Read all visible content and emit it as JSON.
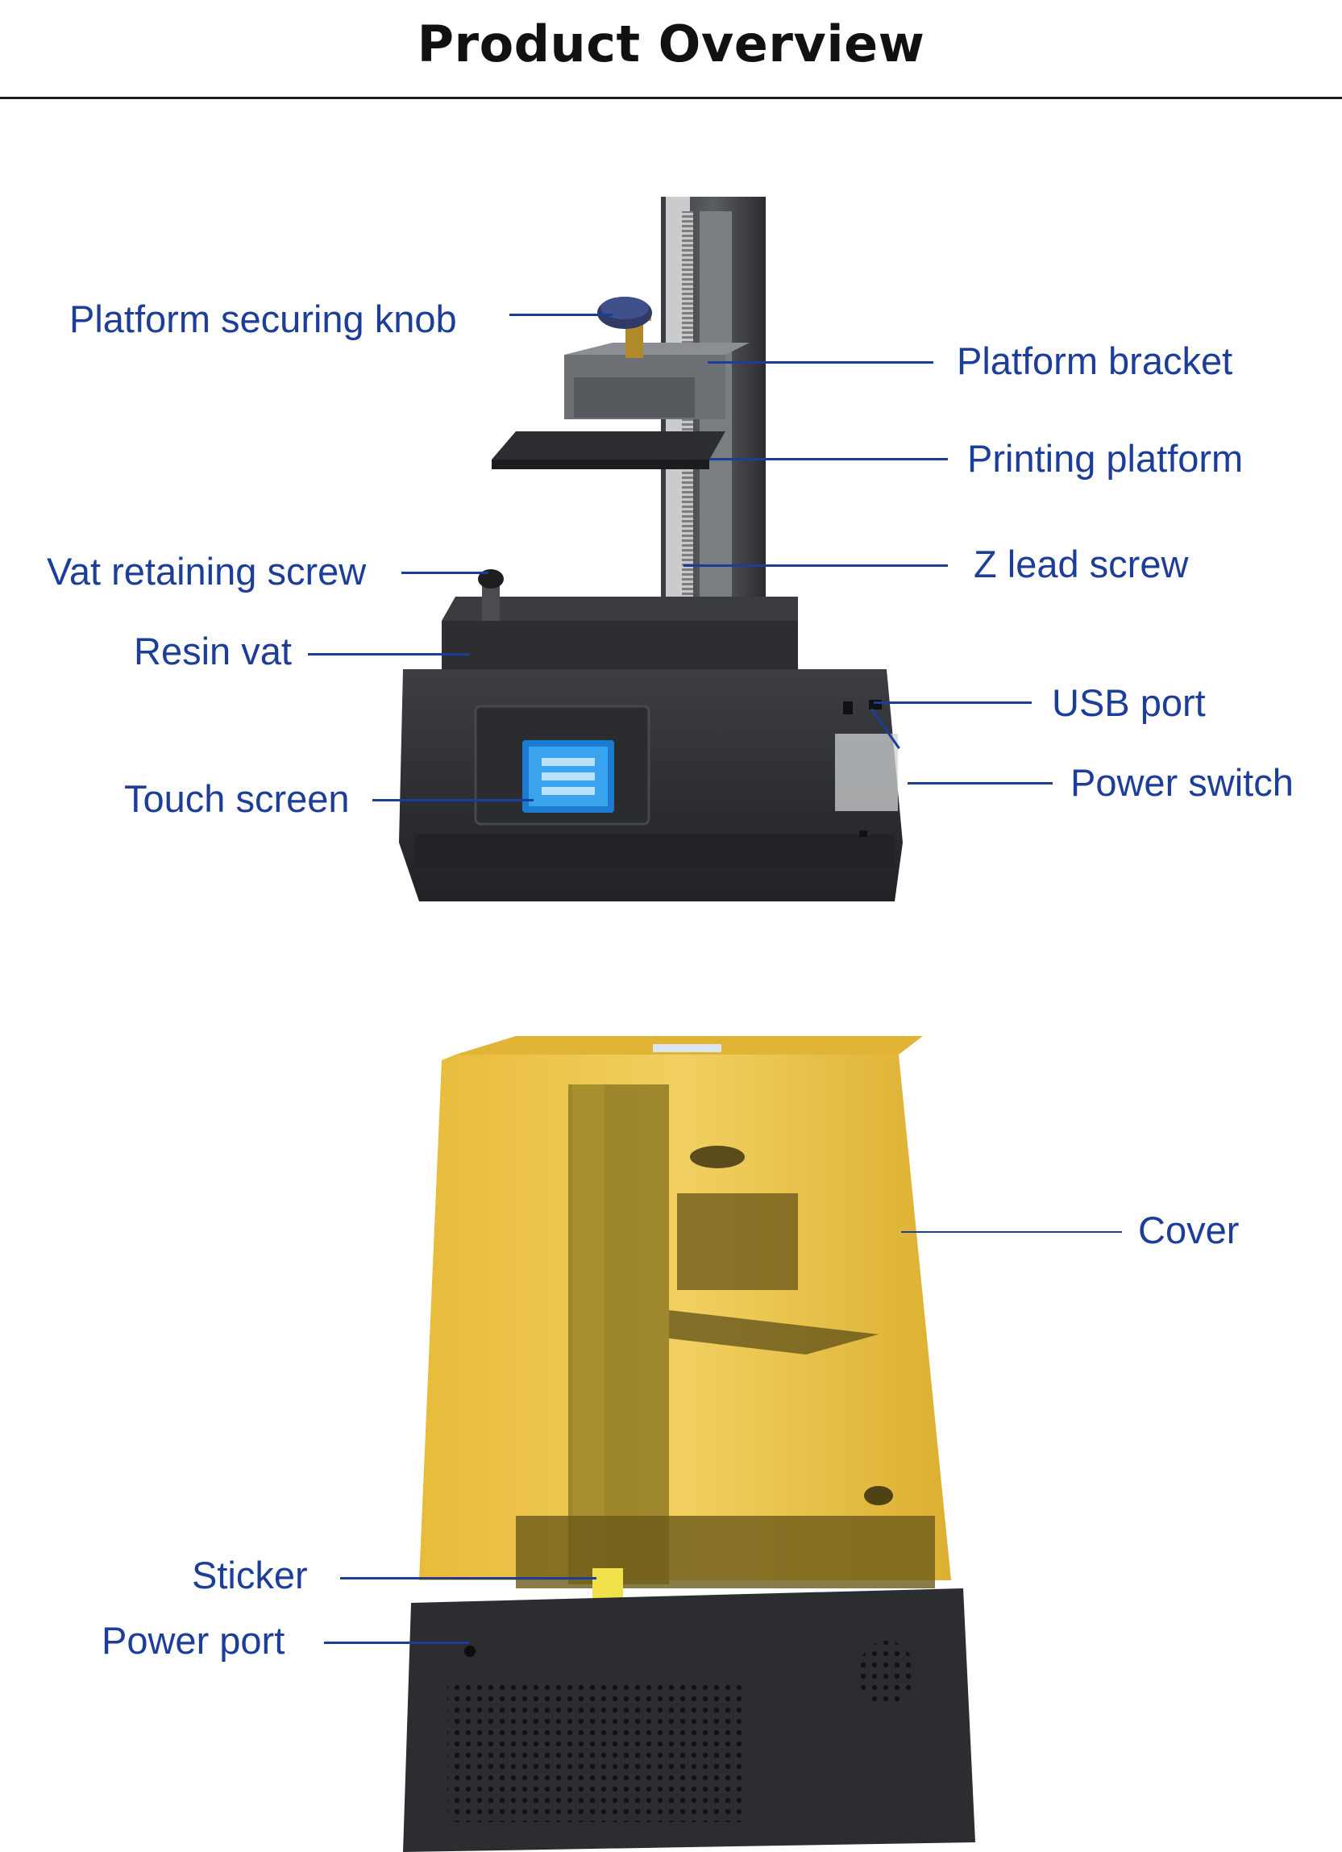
{
  "heading": "Product Overview",
  "colors": {
    "label": "#1c3e98",
    "heading": "#111111",
    "printer_body": "#2e3033",
    "cover": "#e9bf37"
  },
  "callouts": {
    "platform_securing_knob": "Platform securing knob",
    "platform_bracket": "Platform bracket",
    "printing_platform": "Printing platform",
    "vat_retaining_screw": "Vat retaining screw",
    "z_lead_screw": "Z lead screw",
    "resin_vat": "Resin vat",
    "usb_port": "USB port",
    "power_switch": "Power switch",
    "touch_screen": "Touch screen",
    "cover": "Cover",
    "sticker": "Sticker",
    "power_port": "Power port"
  }
}
